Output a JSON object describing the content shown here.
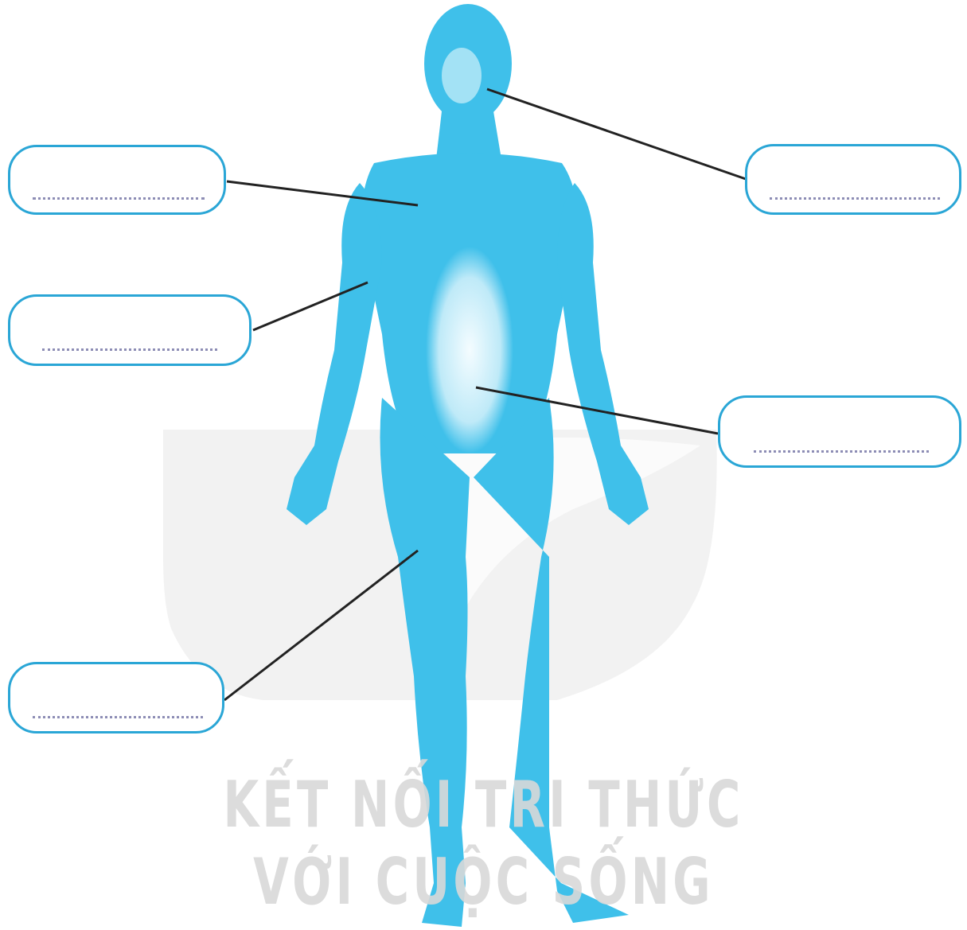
{
  "diagram": {
    "subject": "human-muscular-system-front-view",
    "figure_color": "#3fc0ea",
    "figure_highlight": "#e6f7fd",
    "box_border_color": "#2aa6d6",
    "leader_line_color": "#222222",
    "labels": [
      {
        "id": "chest",
        "side": "left",
        "answer": ""
      },
      {
        "id": "upper-arm",
        "side": "left",
        "answer": ""
      },
      {
        "id": "thigh",
        "side": "left",
        "answer": ""
      },
      {
        "id": "face",
        "side": "right",
        "answer": ""
      },
      {
        "id": "abdomen",
        "side": "right",
        "answer": ""
      }
    ]
  },
  "watermark": {
    "line1": "KẾT NỐI TRI THỨC",
    "line2": "VỚI CUỘC SỐNG",
    "color": "#d9d9d9"
  }
}
